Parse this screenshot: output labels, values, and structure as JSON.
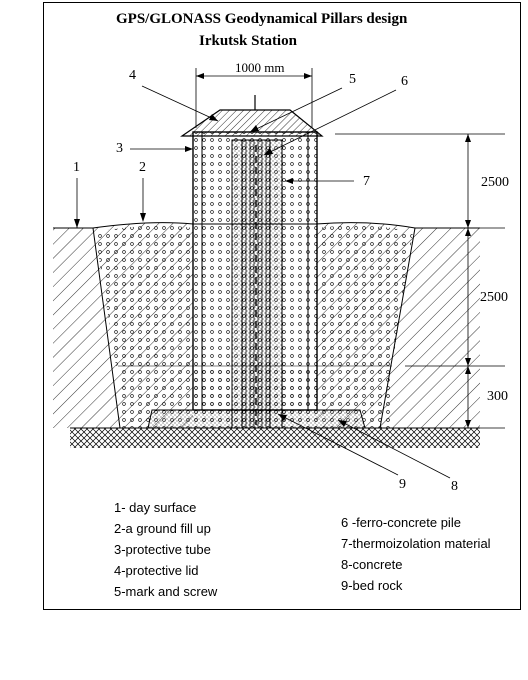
{
  "title": {
    "line1": "GPS/GLONASS Geodynamical Pillars design",
    "line2": "Irkutsk Station"
  },
  "dimension_width": "1000 mm",
  "dimensions_right": [
    "2500",
    "2500",
    "300"
  ],
  "callouts": {
    "n1": "1",
    "n2": "2",
    "n3": "3",
    "n4": "4",
    "n5": "5",
    "n6": "6",
    "n7": "7",
    "n8": "8",
    "n9": "9"
  },
  "legend": {
    "left": [
      "1- day surface",
      "2-a ground fill up",
      "3-protective tube",
      "4-protective lid",
      "5-mark and screw"
    ],
    "right": [
      "6 -ferro-concrete pile",
      "7-thermoizolation material",
      "8-concrete",
      "9-bed rock"
    ]
  },
  "colors": {
    "ink": "#000000",
    "paper": "#ffffff"
  }
}
